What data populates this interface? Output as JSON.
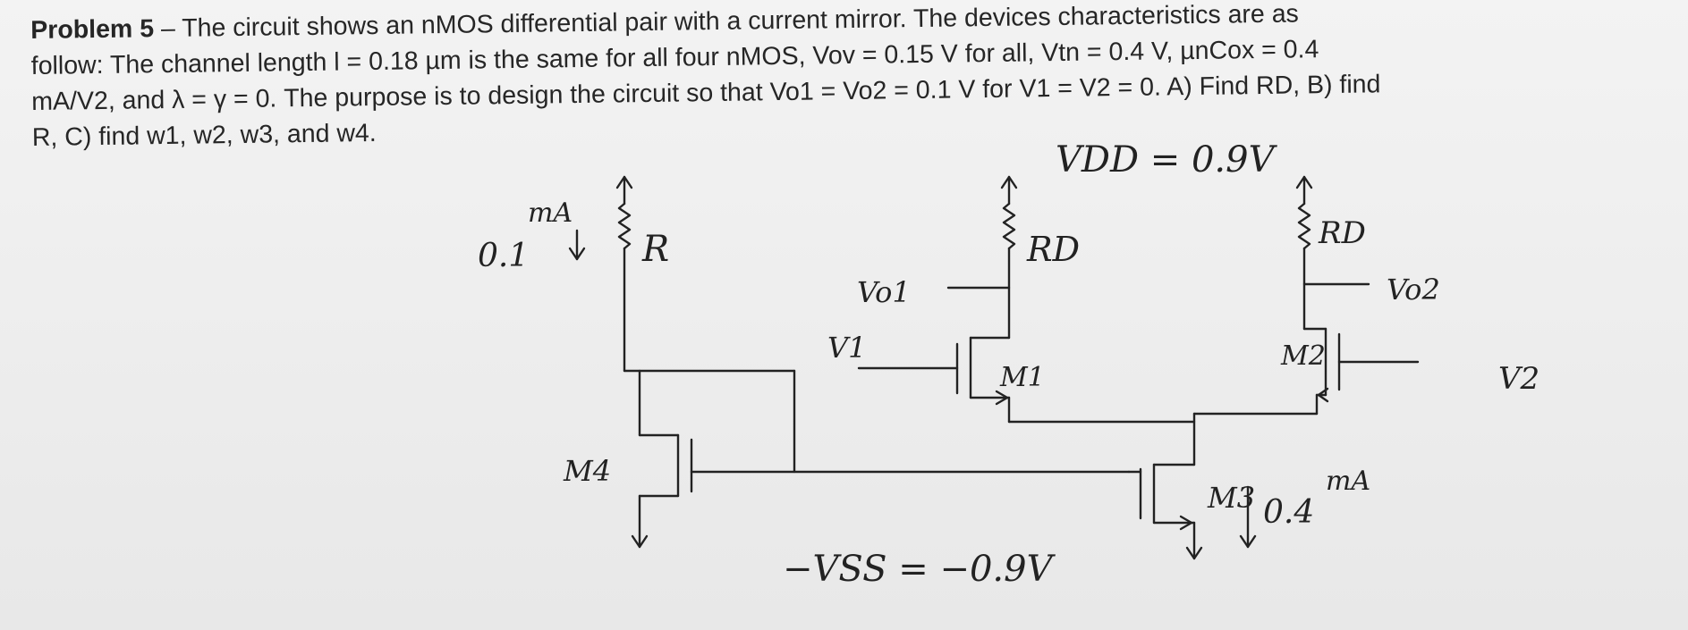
{
  "problem": {
    "label": "Problem 5",
    "dash": " – ",
    "line1_rest": "The circuit shows an nMOS differential pair with a current mirror. The devices characteristics are as",
    "line2": "follow: The channel length l = 0.18 µm is the same for all four nMOS, Vov = 0.15 V for all, Vtn = 0.4 V, µnCox = 0.4",
    "line3": "mA/V2, and λ = γ = 0. The purpose is to design the circuit so that Vo1 = Vo2 = 0.1 V for V1 = V2 = 0. A) Find RD, B) find",
    "line4": "R, C) find w1, w2, w3, and w4."
  },
  "circuit": {
    "vdd_label": "VDD = 0.9V",
    "vss_label": "−VSS = −0.9V",
    "ref_current_value": "0.1",
    "ref_current_unit": "mA",
    "tail_current_value": "0.4",
    "tail_current_unit": "mA",
    "r_label": "R",
    "rd1_label": "RD",
    "rd2_label": "RD",
    "vo1_label": "Vo1",
    "vo2_label": "Vo2",
    "v1_label": "V1",
    "v2_label": "V2",
    "m1_label": "M1",
    "m2_label": "M2",
    "m3_label": "M3",
    "m4_label": "M4"
  }
}
